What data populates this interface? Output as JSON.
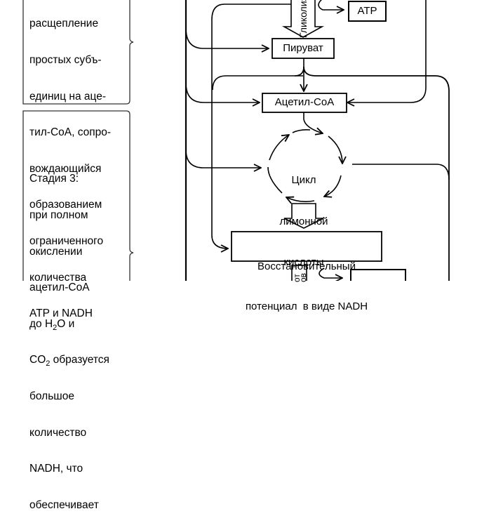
{
  "stages": [
    {
      "id": "stage2",
      "lines": [
        "расщепление",
        "простых субъ-",
        "единиц на аце-",
        "тил-CoA, сопро-",
        "вождающийся",
        "образованием",
        "ограниченного",
        "количества",
        "ATP и NADH"
      ]
    },
    {
      "id": "stage3",
      "lines_plain": [
        "Стадия 3:",
        "при полном",
        "окислении",
        "ацетил-CoA"
      ],
      "h2o_line": {
        "prefix": "до H",
        "sub": "2",
        "suffix": "O и"
      },
      "co2_line": {
        "prefix": "CO",
        "sub": "2",
        "suffix": " образуется"
      },
      "lines_after": [
        "большое",
        "количество",
        "NADH, что",
        "обеспечивает"
      ]
    }
  ],
  "nodes": {
    "atp": "ATP",
    "pyruvate": "Пируват",
    "acetyl_coa": "Ацетил-CoA",
    "citric_cycle": [
      "Цикл",
      "лимонной",
      "кислоты"
    ],
    "nadh_potential": [
      "Восстановительный",
      "потенциал  в виде NADH"
    ],
    "bottom_box": ""
  },
  "arrow_labels": {
    "glycolysis": "Гликолиз",
    "bottom_vertical_1": "от",
    "bottom_vertical_2": "ов"
  },
  "colors": {
    "line": "#000000",
    "brace": "#333333",
    "background": "#ffffff"
  }
}
